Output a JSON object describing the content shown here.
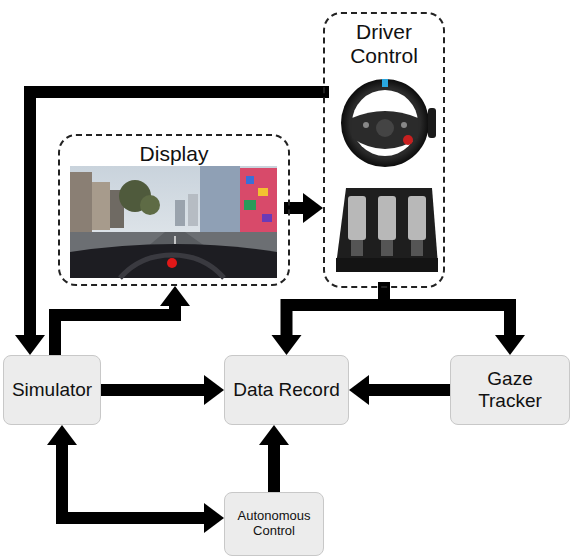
{
  "diagram": {
    "nodes": [
      {
        "text": [
          "Driver Control"
        ]
      },
      {
        "text": [
          "Display"
        ]
      },
      {
        "text": [
          "Simulator"
        ]
      },
      {
        "text": [
          "Data Record"
        ]
      },
      {
        "text": [
          "Gaze Tracker"
        ]
      },
      {
        "text": [
          "Autonomous Control"
        ]
      }
    ],
    "edges": [
      {
        "from": 0,
        "to": 2,
        "arrow": "to"
      },
      {
        "from": 1,
        "to": 0,
        "arrow": "to"
      },
      {
        "from": 2,
        "to": 1,
        "arrow": "to"
      },
      {
        "from": 2,
        "to": 3,
        "arrow": "to"
      },
      {
        "from": 0,
        "to": 3,
        "arrow": "to"
      },
      {
        "from": 0,
        "to": 4,
        "arrow": "to"
      },
      {
        "from": 4,
        "to": 3,
        "arrow": "to"
      },
      {
        "from": 5,
        "to": 3,
        "arrow": "to"
      },
      {
        "from": 5,
        "to": 2,
        "arrow": "both"
      }
    ]
  }
}
